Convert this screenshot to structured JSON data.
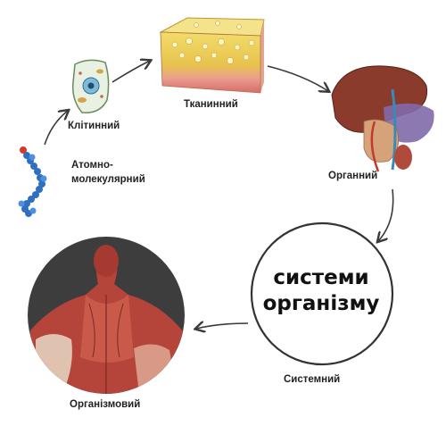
{
  "levels": {
    "molecular": "Атомно-\nмолекулярний",
    "cellular": "Клітинний",
    "tissue": "Тканинний",
    "organ": "Органний",
    "system": "Системний",
    "organism": "Організмовий"
  },
  "center": {
    "line1": "системи",
    "line2": "організму"
  },
  "colors": {
    "arrow": "#3a3a3a",
    "protein": "#2f6fc0",
    "cell": "#e9f2e2",
    "tissue_top": "#e7c94a",
    "tissue_bottom": "#e58a8a",
    "liver": "#8a3b2b",
    "muscle": "#b5443a",
    "circle_bg": "#3d3d3d"
  }
}
